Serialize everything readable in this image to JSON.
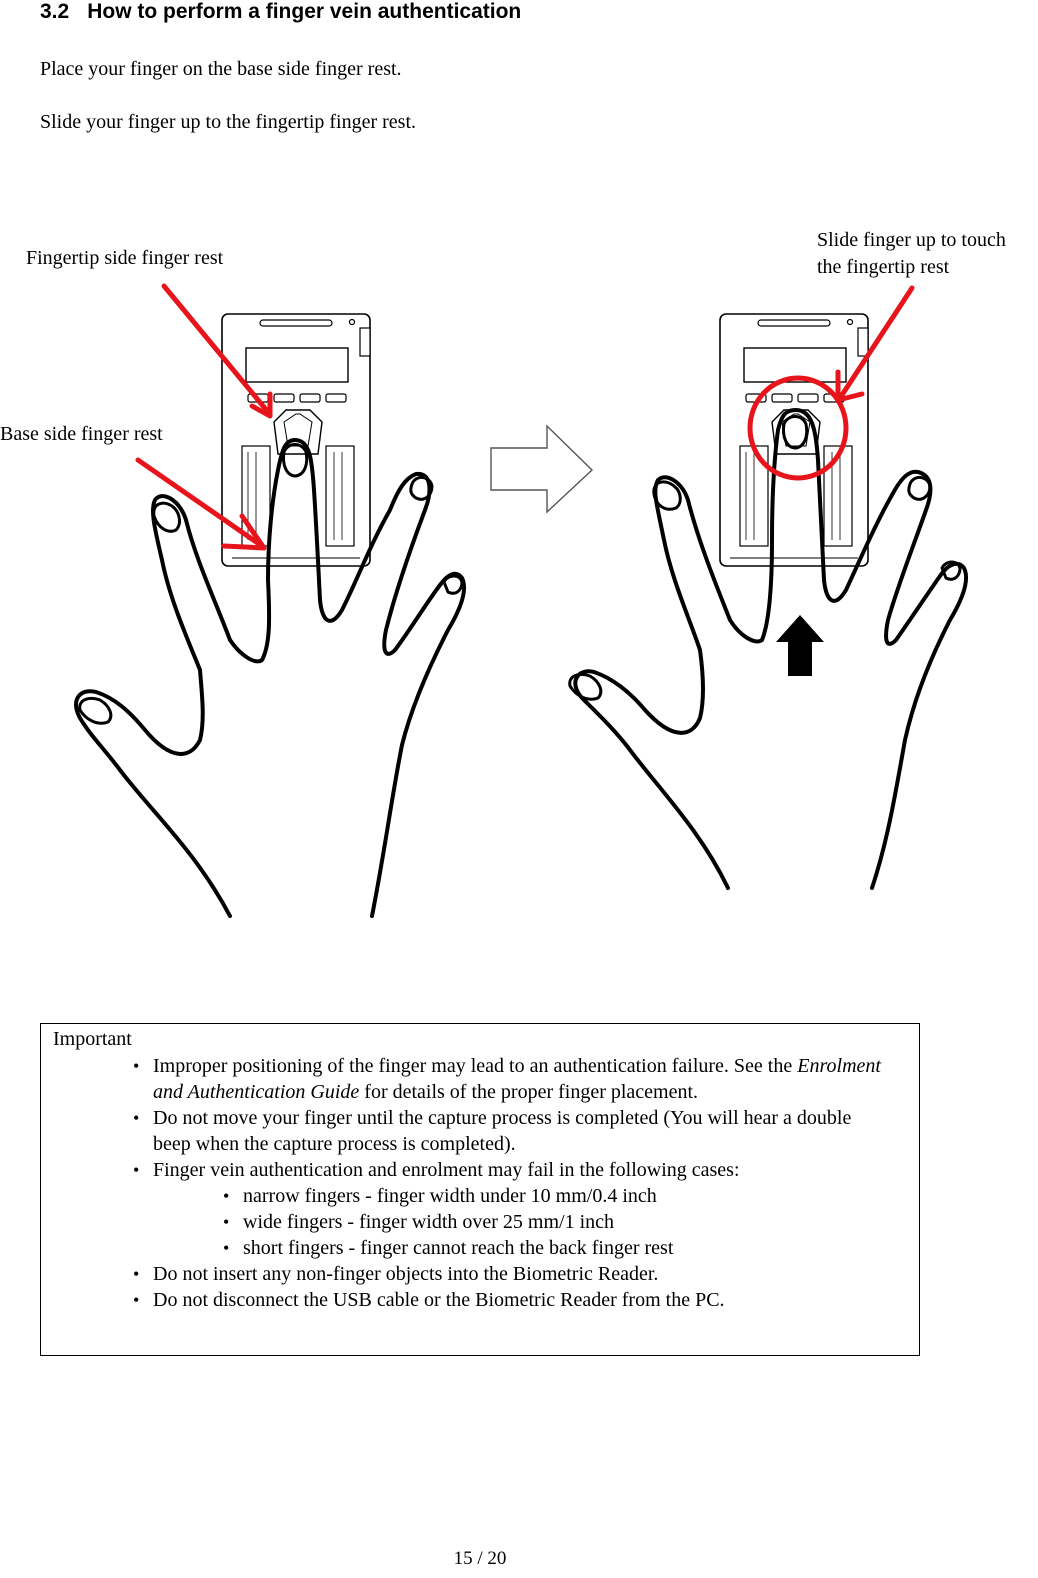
{
  "section": {
    "number": "3.2",
    "title": "How to perform a finger vein authentication"
  },
  "instructions": [
    "Place your finger on the base side finger rest.",
    "Slide your finger up to the fingertip finger rest."
  ],
  "figure": {
    "labels": {
      "fingertip_rest": "Fingertip side finger rest",
      "base_rest": "Base side finger rest",
      "slide_line1": "Slide finger up to touch",
      "slide_line2": "the fingertip rest"
    },
    "colors": {
      "callout": "#e8141b",
      "outline": "#000000"
    },
    "icons": [
      "right-arrow-icon",
      "up-arrow-icon"
    ]
  },
  "important": {
    "title": "Important",
    "items": [
      {
        "level": 1,
        "text": "Improper positioning of the finger may lead to an authentication failure. See the ",
        "italic": "Enrolment and Authentication Guide",
        "after": " for details of the proper finger placement."
      },
      {
        "level": 1,
        "text": "Do not move your finger until the capture process is completed (You will hear a double beep when the capture process is completed)."
      },
      {
        "level": 1,
        "text": "Finger vein authentication and enrolment may fail in the following cases:"
      },
      {
        "level": 2,
        "text": "narrow fingers - finger width under 10 mm/0.4 inch"
      },
      {
        "level": 2,
        "text": "wide fingers - finger width over 25 mm/1 inch"
      },
      {
        "level": 2,
        "text": "short fingers - finger cannot reach the back finger rest"
      },
      {
        "level": 1,
        "text": "Do not insert any non-finger objects into the Biometric Reader."
      },
      {
        "level": 1,
        "text": "Do not disconnect the USB cable or the Biometric Reader from the PC."
      }
    ]
  },
  "footer": {
    "page": "15 / 20"
  }
}
